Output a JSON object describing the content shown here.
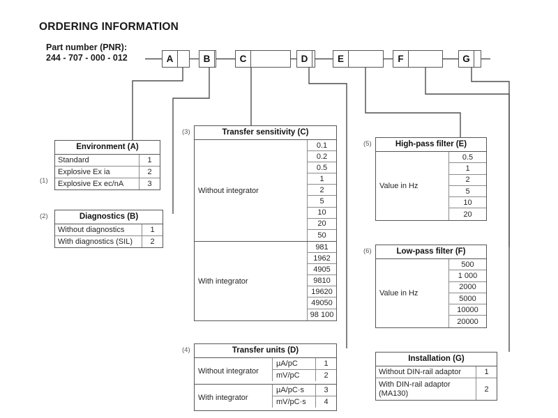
{
  "heading": "ORDERING INFORMATION",
  "part_number": {
    "label": "Part number (PNR):",
    "value": "244 - 707 - 000 - 012",
    "boxes": [
      {
        "letter": "A"
      },
      {
        "letter": "B"
      },
      {
        "letter": "C"
      },
      {
        "letter": "D"
      },
      {
        "letter": "E"
      },
      {
        "letter": "F"
      },
      {
        "letter": "G"
      }
    ]
  },
  "tables": {
    "environment": {
      "note": "(1)",
      "title": "Environment (A)",
      "rows": [
        {
          "desc": "Standard",
          "code": "1"
        },
        {
          "desc": "Explosive Ex ia",
          "code": "2"
        },
        {
          "desc": "Explosive Ex ec/nA",
          "code": "3"
        }
      ]
    },
    "diagnostics": {
      "note": "(2)",
      "title": "Diagnostics (B)",
      "rows": [
        {
          "desc": "Without diagnostics",
          "code": "1"
        },
        {
          "desc": "With diagnostics (SIL)",
          "code": "2"
        }
      ]
    },
    "transfer_sensitivity": {
      "note": "(3)",
      "title": "Transfer sensitivity (C)",
      "groups": [
        {
          "label": "Without integrator",
          "values": [
            "0.1",
            "0.2",
            "0.5",
            "1",
            "2",
            "5",
            "10",
            "20",
            "50"
          ]
        },
        {
          "label": "With integrator",
          "values": [
            "981",
            "1962",
            "4905",
            "9810",
            "19620",
            "49050",
            "98 100"
          ]
        }
      ]
    },
    "transfer_units": {
      "note": "(4)",
      "title": "Transfer units (D)",
      "groups": [
        {
          "label": "Without integrator",
          "rows": [
            {
              "unit": "µA/pC",
              "code": "1"
            },
            {
              "unit": "mV/pC",
              "code": "2"
            }
          ]
        },
        {
          "label": "With integrator",
          "rows": [
            {
              "unit": "µA/pC·s",
              "code": "3"
            },
            {
              "unit": "mV/pC·s",
              "code": "4"
            }
          ]
        }
      ]
    },
    "high_pass_filter": {
      "note": "(5)",
      "title": "High-pass filter (E)",
      "label": "Value in Hz",
      "values": [
        "0.5",
        "1",
        "2",
        "5",
        "10",
        "20"
      ]
    },
    "low_pass_filter": {
      "note": "(6)",
      "title": "Low-pass filter (F)",
      "label": "Value in Hz",
      "values": [
        "500",
        "1 000",
        "2000",
        "5000",
        "10000",
        "20000"
      ]
    },
    "installation": {
      "title": "Installation (G)",
      "rows": [
        {
          "desc": "Without DIN-rail adaptor",
          "code": "1"
        },
        {
          "desc": "With DIN-rail adaptor\n(MA130)",
          "code": "2"
        }
      ]
    }
  },
  "colors": {
    "line": "#4d4d4d",
    "text": "#231f20",
    "background": "#ffffff"
  }
}
